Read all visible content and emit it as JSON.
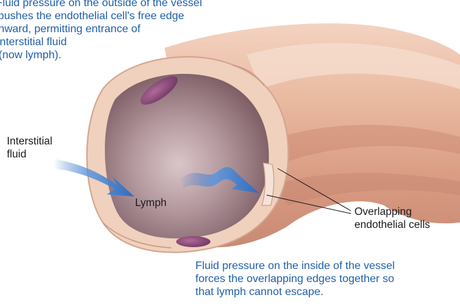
{
  "top_caption": [
    "Fluid pressure on the outside of the vessel",
    "pushes the endothelial cell's free edge",
    "inward, permitting entrance of",
    "interstitial fluid",
    "(now lymph)."
  ],
  "labels": {
    "interstitial_fluid": [
      "Interstitial",
      "fluid"
    ],
    "lymph": "Lymph",
    "overlapping_cells": [
      "Overlapping",
      "endothelial cells"
    ]
  },
  "bottom_caption": [
    "Fluid pressure on the inside of the vessel",
    "forces the overlapping edges together so",
    "that lymph cannot escape."
  ],
  "colors": {
    "caption_text": "#1f5fa8",
    "label_text": "#1a1a1a",
    "vessel_outer": "#e8b79c",
    "vessel_lumen": "#8e6d74",
    "nucleus": "#8a4a78",
    "flow_arrow": "#2f6cc0"
  },
  "icons": [
    "flow-arrow-icon",
    "wavy-flow-arrow-icon"
  ]
}
